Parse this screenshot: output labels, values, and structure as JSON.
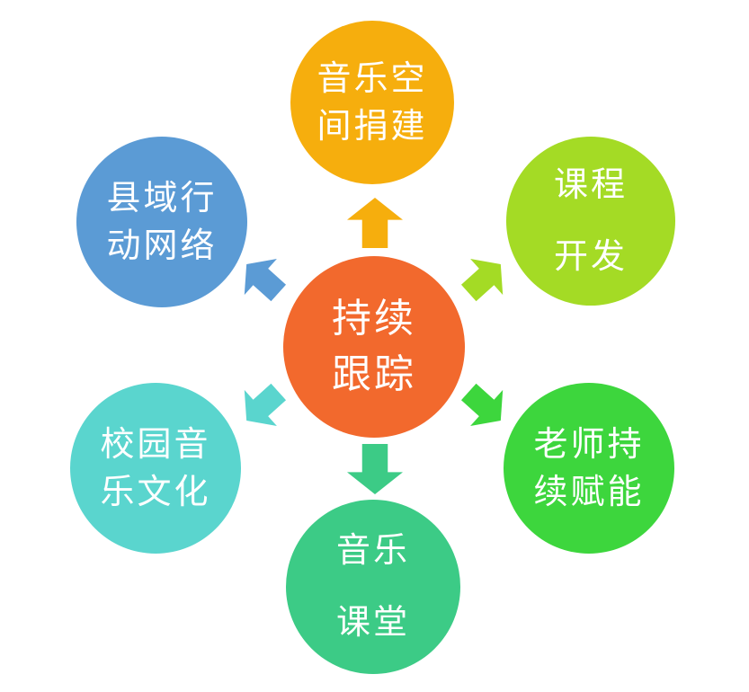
{
  "diagram": {
    "background": "#FFFFFF",
    "text_color": "#FFFFFF",
    "center": {
      "label": "持续跟踪",
      "line1": "持续",
      "line2": "跟踪",
      "color": "#F2692D"
    },
    "nodes": {
      "music_space": {
        "label": "音乐空间捐建",
        "line1": "音乐空",
        "line2": "间捐建",
        "color": "#F6AE0D"
      },
      "course_dev": {
        "label": "课程开发",
        "line1": "课程",
        "line2": "开发",
        "color": "#A4DB25"
      },
      "teacher_empower": {
        "label": "老师持续赋能",
        "line1": "老师持",
        "line2": "续赋能",
        "color": "#3DD63D"
      },
      "music_class": {
        "label": "音乐课堂",
        "line1": "音乐",
        "line2": "课堂",
        "color": "#3CCB86"
      },
      "campus_culture": {
        "label": "校园音乐文化",
        "line1": "校园音",
        "line2": "乐文化",
        "color": "#5AD5CE"
      },
      "county_network": {
        "label": "县域行动网络",
        "line1": "县域行",
        "line2": "动网络",
        "color": "#5B9BD5"
      }
    }
  }
}
